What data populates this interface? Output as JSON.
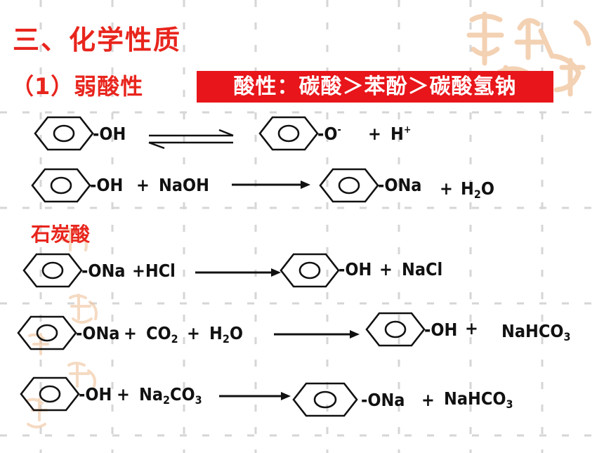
{
  "title": "三、化学性质",
  "subtitle": "（1）弱酸性",
  "banner": "酸性：碳酸＞苯酚＞碳酸氢钠",
  "label": "石炭酸",
  "eq1": {
    "lhs": "-OH",
    "rhs1": "-O",
    "rhs1_charge": "-",
    "plus": "+",
    "proton": "H",
    "proton_charge": "+"
  },
  "eq2": {
    "lhs": "-OH",
    "plus1": "+",
    "reagent": "NaOH",
    "product": "-ONa",
    "plus2": "+",
    "water_h": "H",
    "water_sub": "2",
    "water_o": "O"
  },
  "eq3": {
    "lhs": "-ONa",
    "reagent": "+HCl",
    "product": "-OH",
    "plus": "+",
    "salt": "NaCl"
  },
  "eq4": {
    "lhs": "-ONa",
    "plus1": "+",
    "co2_c": "CO",
    "co2_sub": "2",
    "plus2": "+",
    "water_h": "H",
    "water_sub": "2",
    "water_o": "O",
    "product": "-OH",
    "plus3": "+",
    "salt": "NaHCO",
    "salt_sub": "3"
  },
  "eq5": {
    "lhs": "-OH",
    "plus1": "+",
    "na2": "Na",
    "na2_sub": "2",
    "co3": "CO",
    "co3_sub": "3",
    "product": "-ONa",
    "plus2": "+",
    "salt": "NaHCO",
    "salt_sub": "3"
  }
}
